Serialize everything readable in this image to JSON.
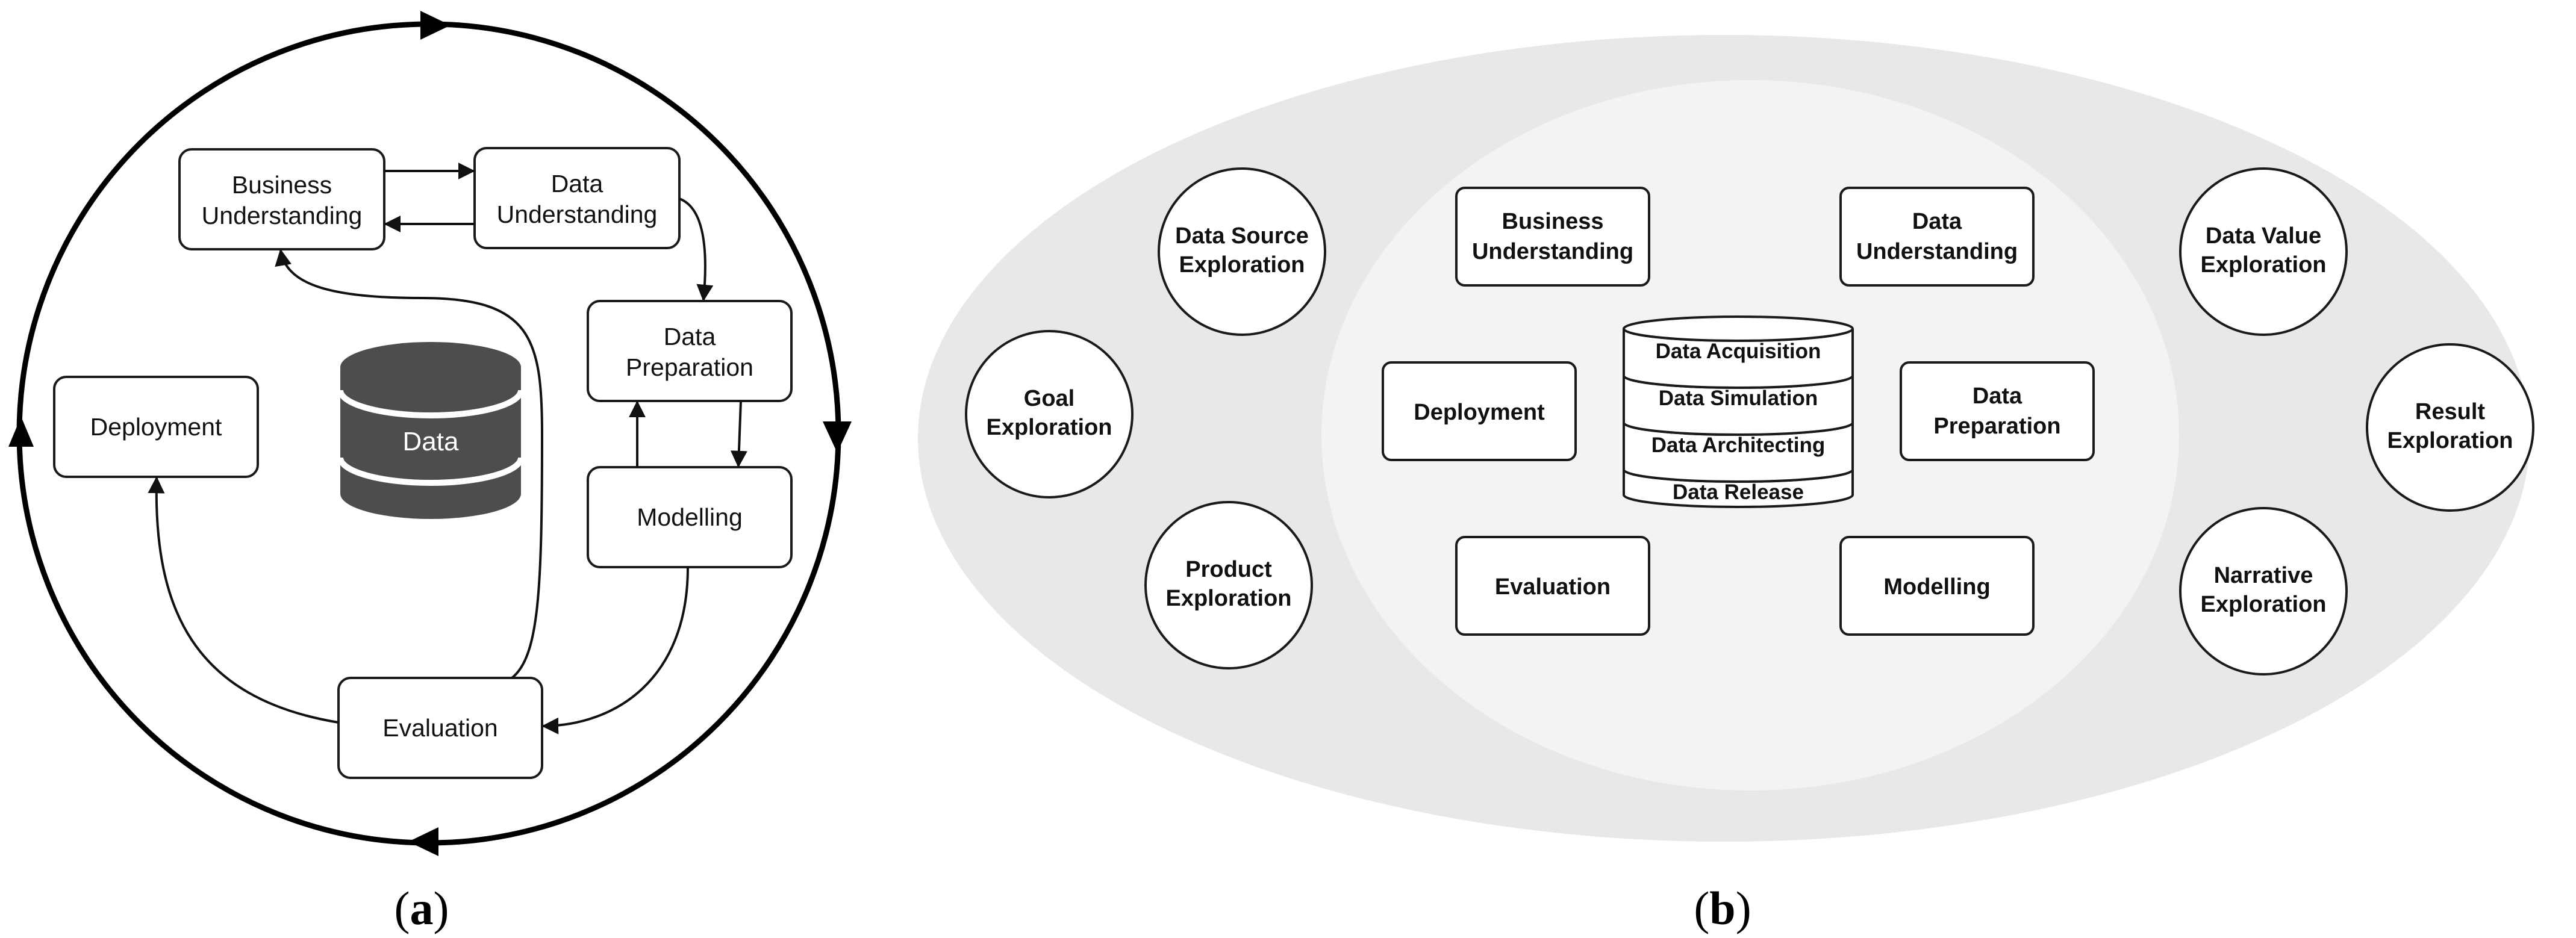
{
  "panel_a": {
    "caption_letter": "a",
    "database_label": "Data",
    "nodes": {
      "business_understanding": [
        "Business",
        "Understanding"
      ],
      "data_understanding": [
        "Data",
        "Understanding"
      ],
      "data_preparation": [
        "Data",
        "Preparation"
      ],
      "modelling": [
        "Modelling"
      ],
      "evaluation": [
        "Evaluation"
      ],
      "deployment": [
        "Deployment"
      ]
    },
    "colors": {
      "database": "#4d4d4d",
      "outline": "#000000"
    }
  },
  "panel_b": {
    "caption_letter": "b",
    "inner_boxes": {
      "business_understanding": [
        "Business",
        "Understanding"
      ],
      "data_understanding": [
        "Data",
        "Understanding"
      ],
      "deployment": [
        "Deployment"
      ],
      "data_preparation": [
        "Data",
        "Preparation"
      ],
      "evaluation": [
        "Evaluation"
      ],
      "modelling": [
        "Modelling"
      ]
    },
    "database_layers": [
      "Data Acquisition",
      "Data Simulation",
      "Data Architecting",
      "Data Release"
    ],
    "exploration_circles": {
      "data_source": [
        "Data Source",
        "Exploration"
      ],
      "goal": [
        "Goal",
        "Exploration"
      ],
      "product": [
        "Product",
        "Exploration"
      ],
      "data_value": [
        "Data Value",
        "Exploration"
      ],
      "result": [
        "Result",
        "Exploration"
      ],
      "narrative": [
        "Narrative",
        "Exploration"
      ]
    },
    "colors": {
      "outer_ellipse": "#e8e8e8",
      "inner_ellipse": "#f3f3f3"
    }
  }
}
